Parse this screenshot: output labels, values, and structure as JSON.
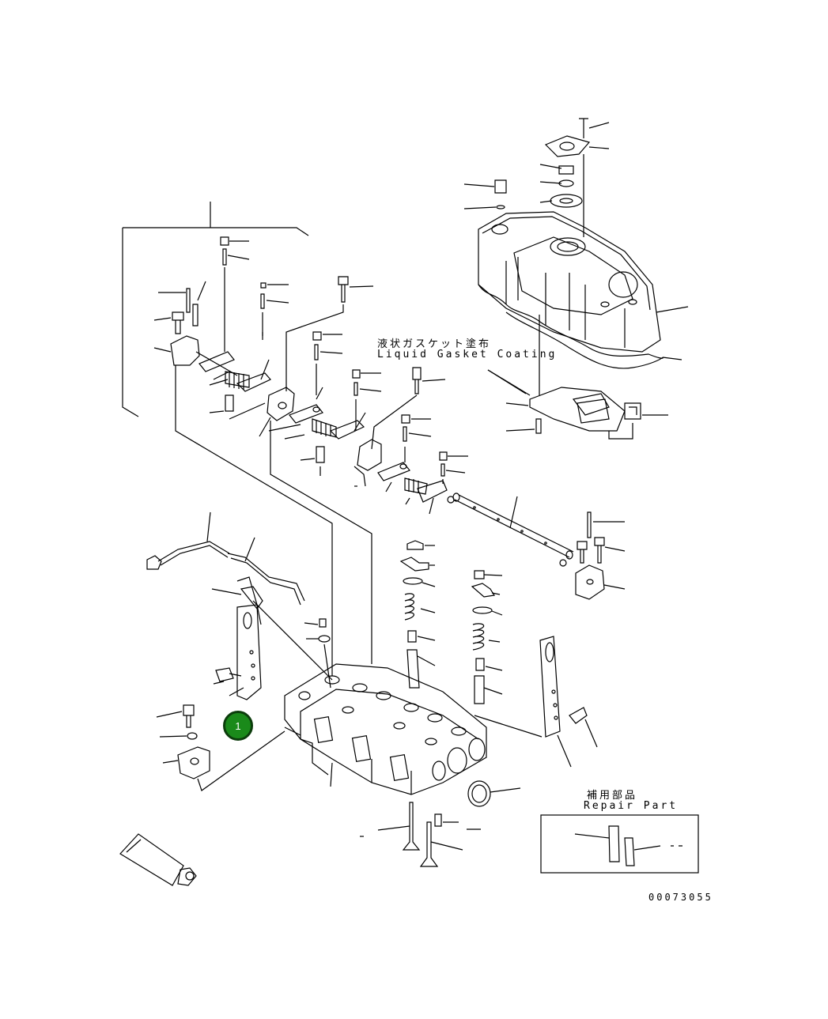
{
  "labels": {
    "liquid_gasket_jp": "液状ガスケット塗布",
    "liquid_gasket_en": "Liquid Gasket Coating",
    "repair_part_jp": "補用部品",
    "repair_part_en": "Repair Part",
    "figure_number": "00073055"
  },
  "callout": {
    "number": "1",
    "color": "#1a8a1a"
  }
}
